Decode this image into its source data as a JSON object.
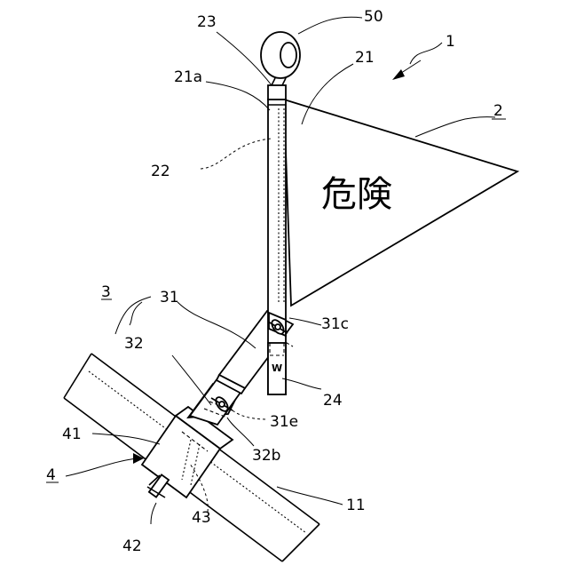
{
  "flag_text": "危険",
  "window_mark": "W",
  "labels": {
    "n1": "1",
    "n2": "2",
    "n3": "3",
    "n4": "4",
    "n11": "11",
    "n21": "21",
    "n21a": "21a",
    "n22": "22",
    "n23": "23",
    "n24": "24",
    "n31": "31",
    "n31c": "31c",
    "n31e": "31e",
    "n32": "32",
    "n32b": "32b",
    "n41": "41",
    "n42": "42",
    "n43": "43",
    "n50": "50"
  }
}
